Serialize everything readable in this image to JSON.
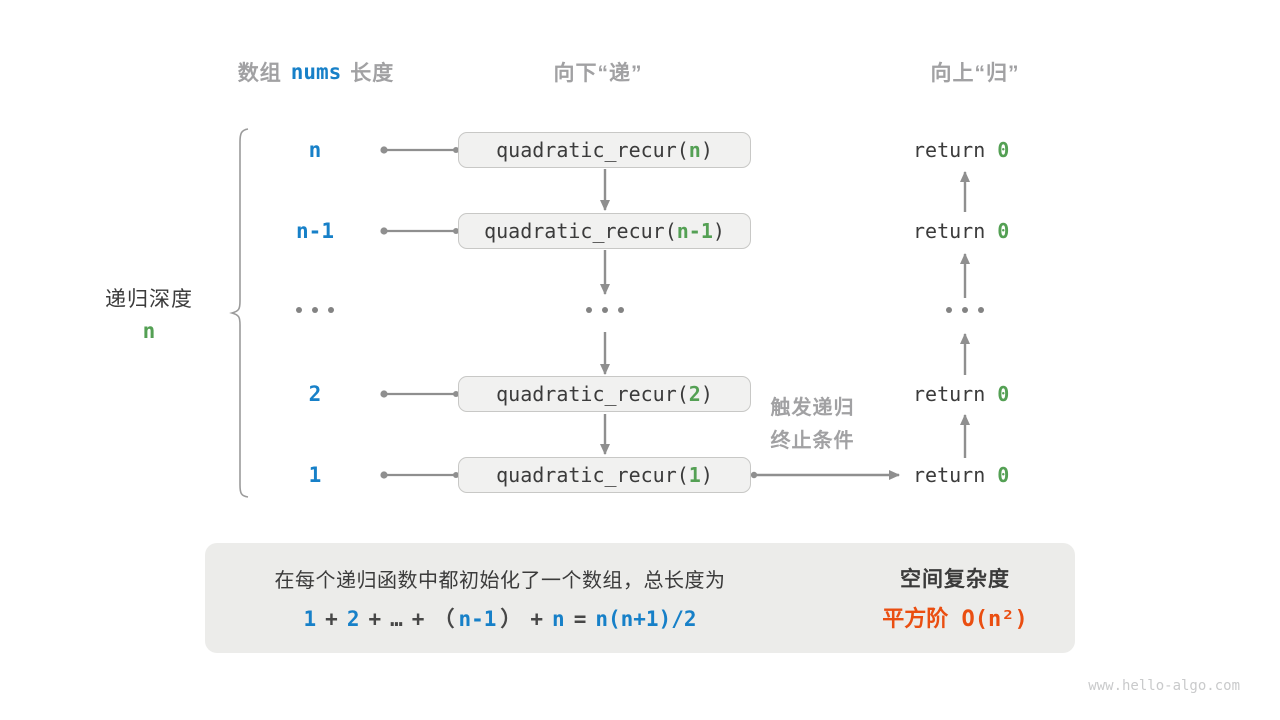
{
  "headers": {
    "left": {
      "part1": "数组",
      "code": "nums",
      "part2": "长度"
    },
    "middle": "向下“递”",
    "right": "向上“归”"
  },
  "left_annotation": {
    "line1": "递归深度",
    "line2": "n"
  },
  "rows": [
    {
      "label": "n",
      "call_prefix": "quadratic_recur(",
      "arg": "n",
      "call_suffix": ")",
      "return_keyword": "return ",
      "return_value": "0"
    },
    {
      "label": "n-1",
      "call_prefix": "quadratic_recur(",
      "arg": "n-1",
      "call_suffix": ")",
      "return_keyword": "return ",
      "return_value": "0"
    },
    {
      "type": "ellipsis"
    },
    {
      "label": "2",
      "call_prefix": "quadratic_recur(",
      "arg": "2",
      "call_suffix": ")",
      "return_keyword": "return ",
      "return_value": "0"
    },
    {
      "label": "1",
      "call_prefix": "quadratic_recur(",
      "arg": "1",
      "call_suffix": ")",
      "return_keyword": "return ",
      "return_value": "0"
    }
  ],
  "trigger_note": {
    "line1": "触发递归",
    "line2": "终止条件"
  },
  "summary": {
    "description": "在每个递归函数中都初始化了一个数组，总长度为",
    "formula": [
      "1",
      "+",
      "2",
      "+",
      "…",
      "+",
      "（",
      "n-1",
      "）",
      "+",
      "n",
      "=",
      "n(n+1)/2"
    ],
    "result_title": "空间复杂度",
    "result_value": "平方阶 O(n²)"
  },
  "footer": "www.hello-algo.com",
  "colors": {
    "blue": "#1780c8",
    "green": "#54a054",
    "orange": "#ea4e11",
    "gray_label": "#a1a1a3",
    "dark_text": "#3b3b3b",
    "arrow_gray": "#8f8f8f",
    "box_bg": "#f1f1f0",
    "summary_bg": "#ececea"
  }
}
